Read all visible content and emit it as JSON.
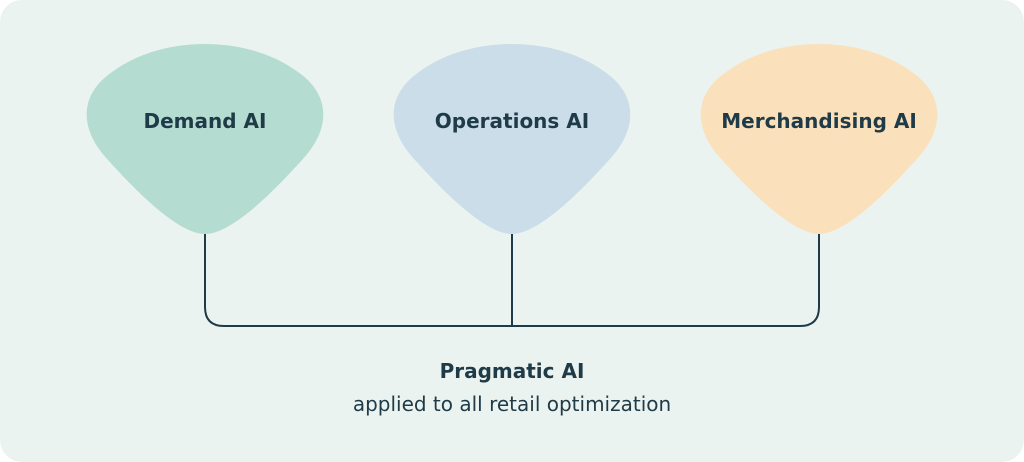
{
  "nodes": [
    {
      "label": "Demand AI",
      "color": "#b5dcd0"
    },
    {
      "label": "Operations AI",
      "color": "#cadde8"
    },
    {
      "label": "Merchandising AI",
      "color": "#fae1bc"
    }
  ],
  "connector_color": "#1f3b47",
  "footer": {
    "title": "Pragmatic AI",
    "subtitle": "applied to all retail optimization"
  }
}
